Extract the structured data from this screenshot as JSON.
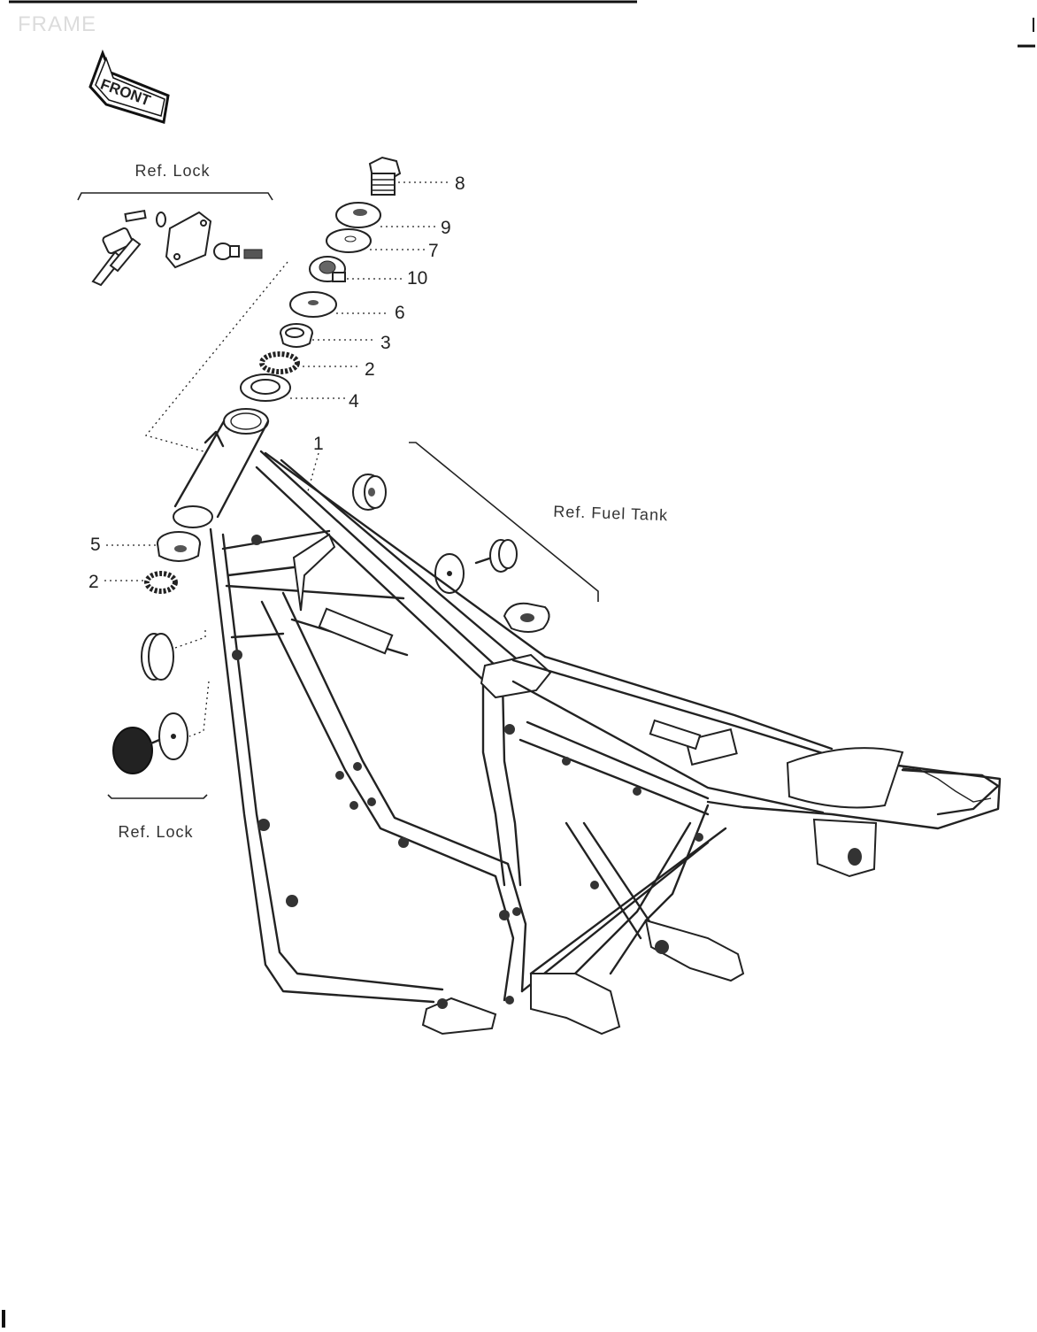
{
  "page": {
    "title": "FRAME"
  },
  "front_badge": {
    "label": "FRONT"
  },
  "callouts": [
    "8",
    "9",
    "7",
    "10",
    "6",
    "3",
    "2",
    "4",
    "1",
    "5",
    "2"
  ],
  "references": {
    "lock_top": "Ref. Lock",
    "fuel_tank": "Ref. Fuel Tank",
    "lock_bottom": "Ref. Lock"
  }
}
